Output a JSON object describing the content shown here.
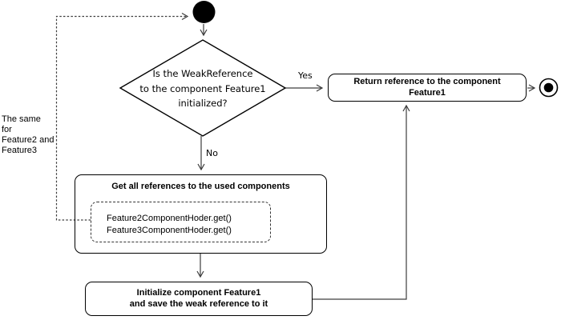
{
  "decision": {
    "line1": "Is the WeakReference",
    "line2": "to the component Feature1",
    "line3": "initialized?"
  },
  "labels": {
    "yes": "Yes",
    "no": "No"
  },
  "actions": {
    "return_reference": {
      "line1": "Return reference to the component",
      "line2": "Feature1"
    },
    "get_references": {
      "title": "Get all references to the used components",
      "code_lines": [
        "Feature2ComponentHoder.get()",
        "Feature3ComponentHoder.get()"
      ]
    },
    "initialize": {
      "line1": "Initialize component Feature1",
      "line2": "and save the weak reference to it"
    }
  },
  "note": {
    "line1": "The same",
    "line2": "for",
    "line3": "Feature2 and",
    "line4": "Feature3"
  },
  "colors": {
    "background": "#ffffff",
    "shape_stroke": "#000000",
    "connector_stroke": "#3d3d3d",
    "node_fill": "#000000"
  }
}
